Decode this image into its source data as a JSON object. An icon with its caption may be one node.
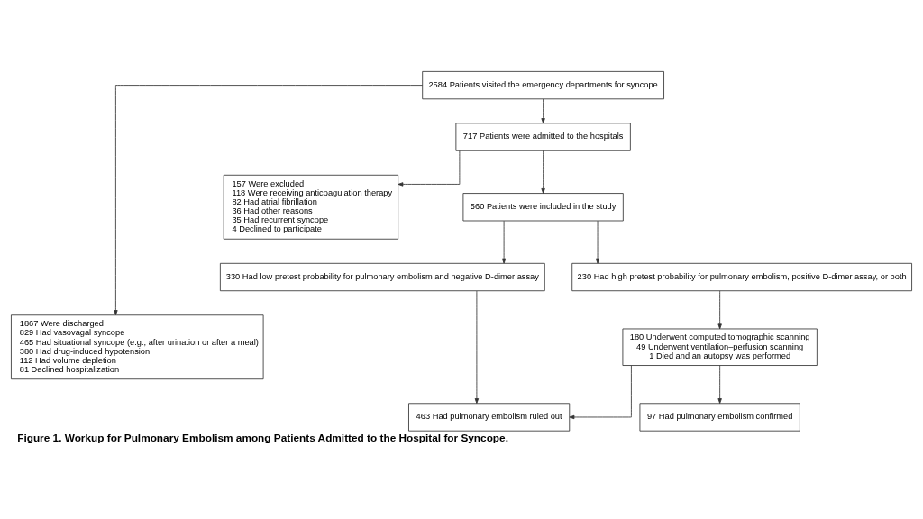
{
  "diagram": {
    "caption": "Figure 1. Workup for Pulmonary Embolism among Patients Admitted to the Hospital for Syncope.",
    "nodes": [
      {
        "text": [
          "2584 Patients visited the emergency departments for syncope"
        ]
      },
      {
        "text": [
          "1867 Were discharged",
          "829 Had vasovagal syncope",
          "465 Had situational syncope (e.g., after urination or after a meal)",
          "380 Had drug-induced hypotension",
          "112 Had volume depletion",
          "81 Declined hospitalization"
        ]
      },
      {
        "text": [
          "717 Patients were admitted to the hospitals"
        ]
      },
      {
        "text": [
          "157 Were excluded",
          "118 Were receiving anticoagulation therapy",
          "82 Had atrial fibrillation",
          "36 Had other reasons",
          "35 Had recurrent syncope",
          "4 Declined to participate"
        ]
      },
      {
        "text": [
          "560 Patients were included in the study"
        ]
      },
      {
        "text": [
          "330 Had low pretest probability for pulmonary embolism and negative D-dimer assay"
        ]
      },
      {
        "text": [
          "230 Had high pretest probability for pulmonary embolism, positive D-dimer assay, or both"
        ]
      },
      {
        "text": [
          "180 Underwent computed tomographic scanning",
          "49 Underwent ventilation–perfusion scanning",
          "1 Died and an autopsy was performed"
        ]
      },
      {
        "text": [
          "463 Had pulmonary embolism ruled out"
        ]
      },
      {
        "text": [
          "97 Had pulmonary embolism confirmed"
        ]
      }
    ],
    "edges": [
      {
        "from": 0,
        "to": 2,
        "arrow": "to"
      },
      {
        "from": 0,
        "to": 1,
        "arrow": "to"
      },
      {
        "from": 2,
        "to": 4,
        "arrow": "to"
      },
      {
        "from": 2,
        "to": 3,
        "arrow": "to"
      },
      {
        "from": 4,
        "to": 5,
        "arrow": "to"
      },
      {
        "from": 4,
        "to": 6,
        "arrow": "to"
      },
      {
        "from": 6,
        "to": 7,
        "arrow": "to"
      },
      {
        "from": 5,
        "to": 8,
        "arrow": "to"
      },
      {
        "from": 7,
        "to": 8,
        "arrow": "to"
      },
      {
        "from": 7,
        "to": 9,
        "arrow": "to"
      }
    ]
  }
}
